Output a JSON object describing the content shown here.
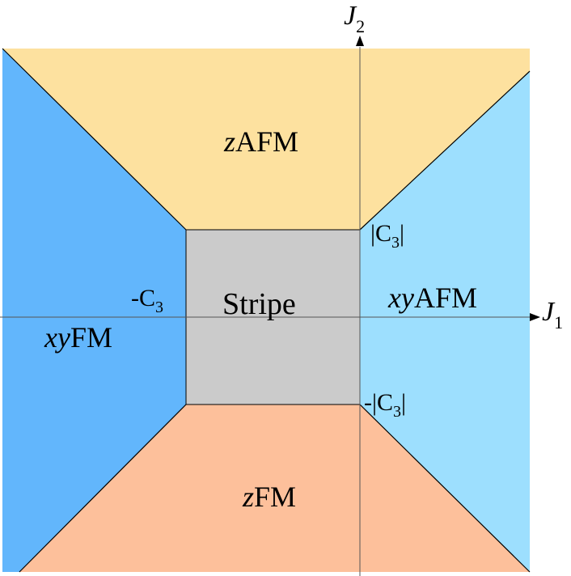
{
  "colors": {
    "zafm": "#fde19f",
    "zfm": "#fdc09b",
    "xyfm": "#62b6fc",
    "xyafm": "#9ddffe",
    "stripe": "#cbcbcb"
  },
  "axes": {
    "x_label": "J",
    "x_sub": "1",
    "y_label": "J",
    "y_sub": "2"
  },
  "regions": {
    "zafm": {
      "italic": "z",
      "rest": "AFM"
    },
    "zfm": {
      "italic": "z",
      "rest": "FM"
    },
    "xyfm": {
      "italic": "xy",
      "rest": "FM"
    },
    "xyafm": {
      "italic": "xy",
      "rest": "AFM"
    },
    "stripe": {
      "label": "Stripe"
    }
  },
  "markers": {
    "top": {
      "prefix": "|C",
      "sub": "3",
      "suffix": "|"
    },
    "bottom": {
      "prefix": "-|C",
      "sub": "3",
      "suffix": "|"
    },
    "left": {
      "prefix": "-C",
      "sub": "3"
    }
  }
}
